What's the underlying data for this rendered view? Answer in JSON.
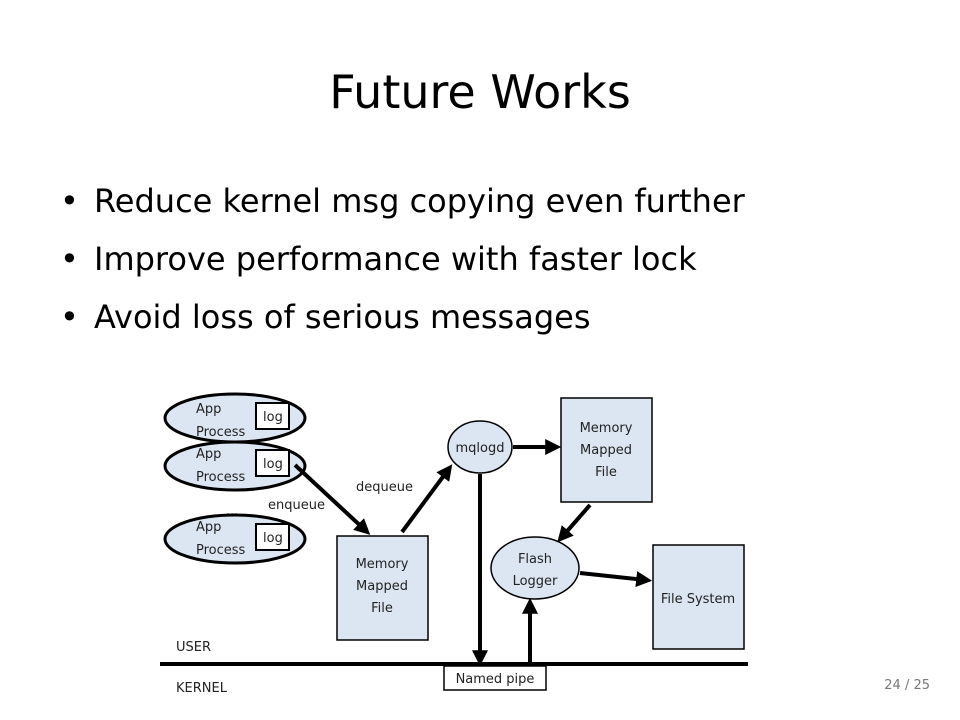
{
  "slide": {
    "title": "Future Works",
    "bullets": [
      "Reduce kernel msg copying even further",
      "Improve performance with faster lock",
      "Avoid loss of serious messages"
    ],
    "page_number": "24 / 25"
  },
  "diagram": {
    "app_process_line1": "App",
    "app_process_line2": "Process",
    "log_label": "log",
    "mmf_left": [
      "Memory",
      "Mapped",
      "File"
    ],
    "mmf_right": [
      "Memory",
      "Mapped",
      "File"
    ],
    "mqlogd": "mqlogd",
    "flash_logger": [
      "Flash",
      "Logger"
    ],
    "file_system": "File System",
    "named_pipe": "Named pipe",
    "enqueue": "enqueue",
    "dequeue": "dequeue",
    "ellipsis": "...",
    "user_label": "USER",
    "kernel_label": "KERNEL",
    "colors": {
      "box_fill": "#dce6f2",
      "stroke": "#000000"
    }
  }
}
